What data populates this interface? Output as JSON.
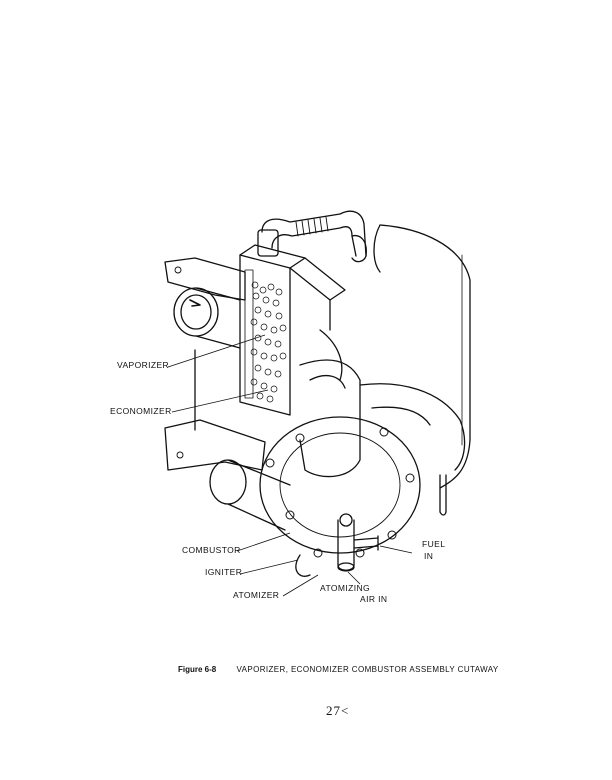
{
  "figure": {
    "number": "Figure 6-8",
    "title": "VAPORIZER, ECONOMIZER COMBUSTOR ASSEMBLY CUTAWAY"
  },
  "labels": {
    "vaporizer": "VAPORIZER",
    "economizer": "ECONOMIZER",
    "combustor": "COMBUSTOR",
    "igniter": "IGNITER",
    "atomizer": "ATOMIZER",
    "atomizing_air_line1": "ATOMIZING",
    "atomizing_air_line2": "AIR IN",
    "fuel_in_line1": "FUEL",
    "fuel_in_line2": "IN"
  },
  "page_number": "27<"
}
